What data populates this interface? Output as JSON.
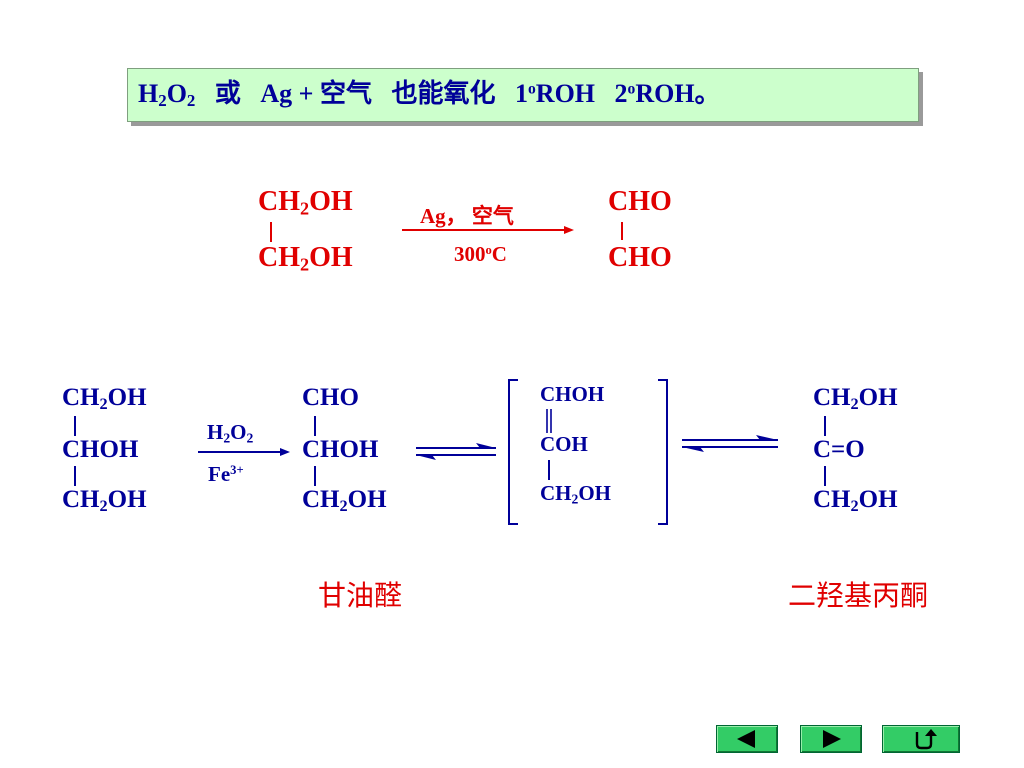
{
  "header": {
    "h2o2": "H",
    "h2o2_sub1": "2",
    "h2o2_o": "O",
    "h2o2_sub2": "2",
    "or": "或",
    "ag_air": "Ag + 空气",
    "also_oxidize": "也能氧化",
    "primary_num": "1",
    "primary_sup": "o",
    "primary_roh": "ROH",
    "secondary_num": "2",
    "secondary_sup": "o",
    "secondary_roh": "ROH。"
  },
  "reaction1": {
    "reactant_top": "CH",
    "reactant_top_sub": "2",
    "reactant_top_end": "OH",
    "reactant_bottom": "CH",
    "reactant_bottom_sub": "2",
    "reactant_bottom_end": "OH",
    "reagent_top": "Ag， 空气",
    "reagent_bottom_num": "300",
    "reagent_bottom_sup": "o",
    "reagent_bottom_end": "C",
    "product_top": "CHO",
    "product_bottom": "CHO"
  },
  "reaction2": {
    "glycerol": {
      "line1a": "CH",
      "line1sub": "2",
      "line1b": "OH",
      "line2": "CHOH",
      "line3a": "CH",
      "line3sub": "2",
      "line3b": "OH"
    },
    "reagent_top_h": "H",
    "reagent_top_sub1": "2",
    "reagent_top_o": "O",
    "reagent_top_sub2": "2",
    "reagent_bottom": "Fe",
    "reagent_bottom_sup": "3+",
    "glyceraldehyde": {
      "line1": "CHO",
      "line2": "CHOH",
      "line3a": "CH",
      "line3sub": "2",
      "line3b": "OH"
    },
    "enediol": {
      "line1": "CHOH",
      "line2": "COH",
      "line3a": "CH",
      "line3sub": "2",
      "line3b": "OH"
    },
    "dihydroxyacetone": {
      "line1a": "CH",
      "line1sub": "2",
      "line1b": "OH",
      "line2": "C=O",
      "line3a": "CH",
      "line3sub": "2",
      "line3b": "OH"
    },
    "label_glyceraldehyde": "甘油醛",
    "label_dihydroxyacetone": "二羟基丙酮"
  },
  "nav": {
    "prev_icon": "triangle-left-icon",
    "next_icon": "triangle-right-icon",
    "return_icon": "return-arrow-icon",
    "accent": "#33cc66"
  },
  "colors": {
    "red": "#e00000",
    "blue": "#000099",
    "header_bg": "#ccffcc"
  }
}
